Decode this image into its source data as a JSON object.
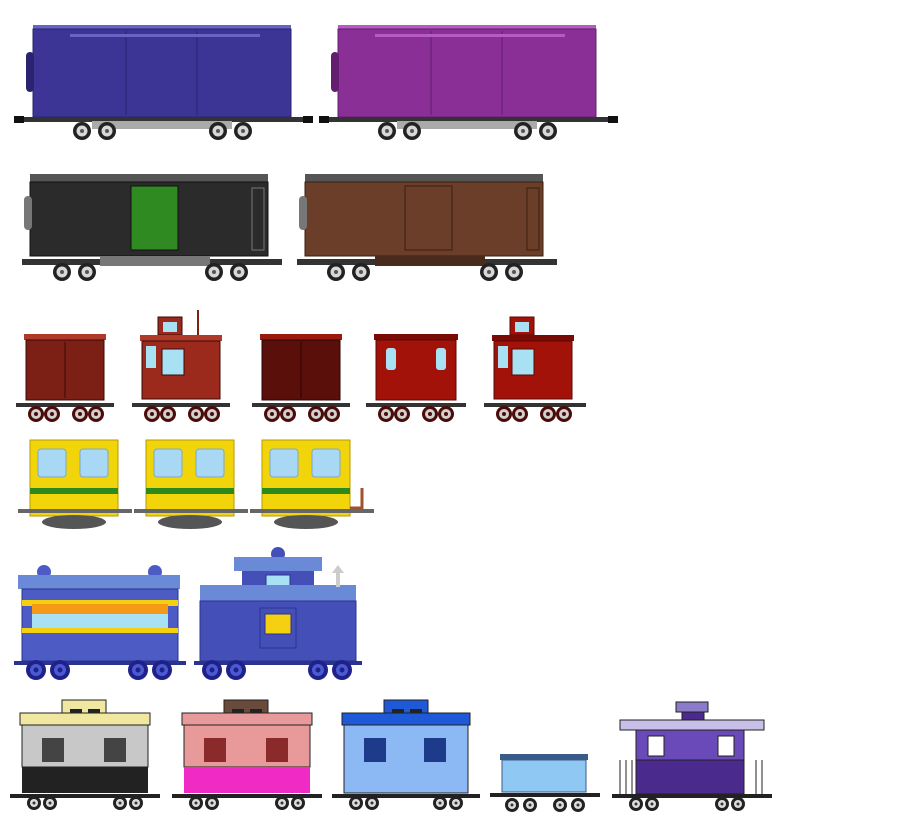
{
  "sheet": {
    "background": "#ffffff",
    "rows": [
      {
        "name": "boxcars-large",
        "cars": [
          {
            "name": "boxcar-blue",
            "type": "long-boxcar",
            "body": "#3c3596",
            "trim": "#6a63c6"
          },
          {
            "name": "boxcar-purple",
            "type": "long-boxcar",
            "body": "#8a2f96",
            "trim": "#b45cc0"
          }
        ]
      },
      {
        "name": "boxcars-door",
        "cars": [
          {
            "name": "boxcar-black",
            "type": "door-boxcar",
            "body": "#2b2b2b",
            "door": "#2f8a22"
          },
          {
            "name": "boxcar-brown",
            "type": "door-boxcar",
            "body": "#6b3e29",
            "door": "#6b3e29"
          }
        ]
      },
      {
        "name": "red-wagons",
        "cars": [
          {
            "name": "red-van-1",
            "type": "small-van",
            "body": "#7c1f14"
          },
          {
            "name": "red-brakevan-1",
            "type": "small-brakevan",
            "body": "#9b2a1c"
          },
          {
            "name": "red-van-2",
            "type": "small-van",
            "body": "#5a0f0a"
          },
          {
            "name": "red-coach",
            "type": "small-coach",
            "body": "#a31208"
          },
          {
            "name": "red-brakevan-2",
            "type": "small-brakevan",
            "body": "#a31208"
          }
        ]
      },
      {
        "name": "yellow-coaches",
        "cars": [
          {
            "name": "yellow-coach-1",
            "type": "yellow-coach",
            "body": "#f2d40a",
            "stripe": "#2c8a1c"
          },
          {
            "name": "yellow-coach-2",
            "type": "yellow-coach",
            "body": "#f2d40a",
            "stripe": "#2c8a1c"
          },
          {
            "name": "yellow-coach-3",
            "type": "yellow-coach",
            "body": "#f2d40a",
            "stripe": "#2c8a1c"
          }
        ]
      },
      {
        "name": "blue-cars",
        "cars": [
          {
            "name": "blue-passenger-coach",
            "type": "blue-coach",
            "body": "#4c5cc4",
            "band": "#f49a16"
          },
          {
            "name": "blue-caboose",
            "type": "blue-caboose",
            "body": "#4450b8"
          }
        ]
      },
      {
        "name": "cabooses",
        "cars": [
          {
            "name": "caboose-grey",
            "type": "striped-caboose",
            "body": "#c8c8c8",
            "lower": "#222222",
            "roof": "#f0e8a0"
          },
          {
            "name": "caboose-pink",
            "type": "striped-caboose",
            "body": "#e89a9a",
            "lower": "#f02ac4",
            "roof": "#6a4a3a"
          },
          {
            "name": "caboose-light-blue",
            "type": "striped-caboose",
            "body": "#8cb8f4",
            "lower": "#8cb8f4",
            "roof": "#1e5ad8"
          },
          {
            "name": "flat-wagon-light-blue",
            "type": "flat-wagon",
            "body": "#90c8f4"
          },
          {
            "name": "caboose-purple",
            "type": "purple-caboose",
            "body": "#4a2a8c",
            "roof": "#8a7cc8"
          }
        ]
      }
    ]
  }
}
